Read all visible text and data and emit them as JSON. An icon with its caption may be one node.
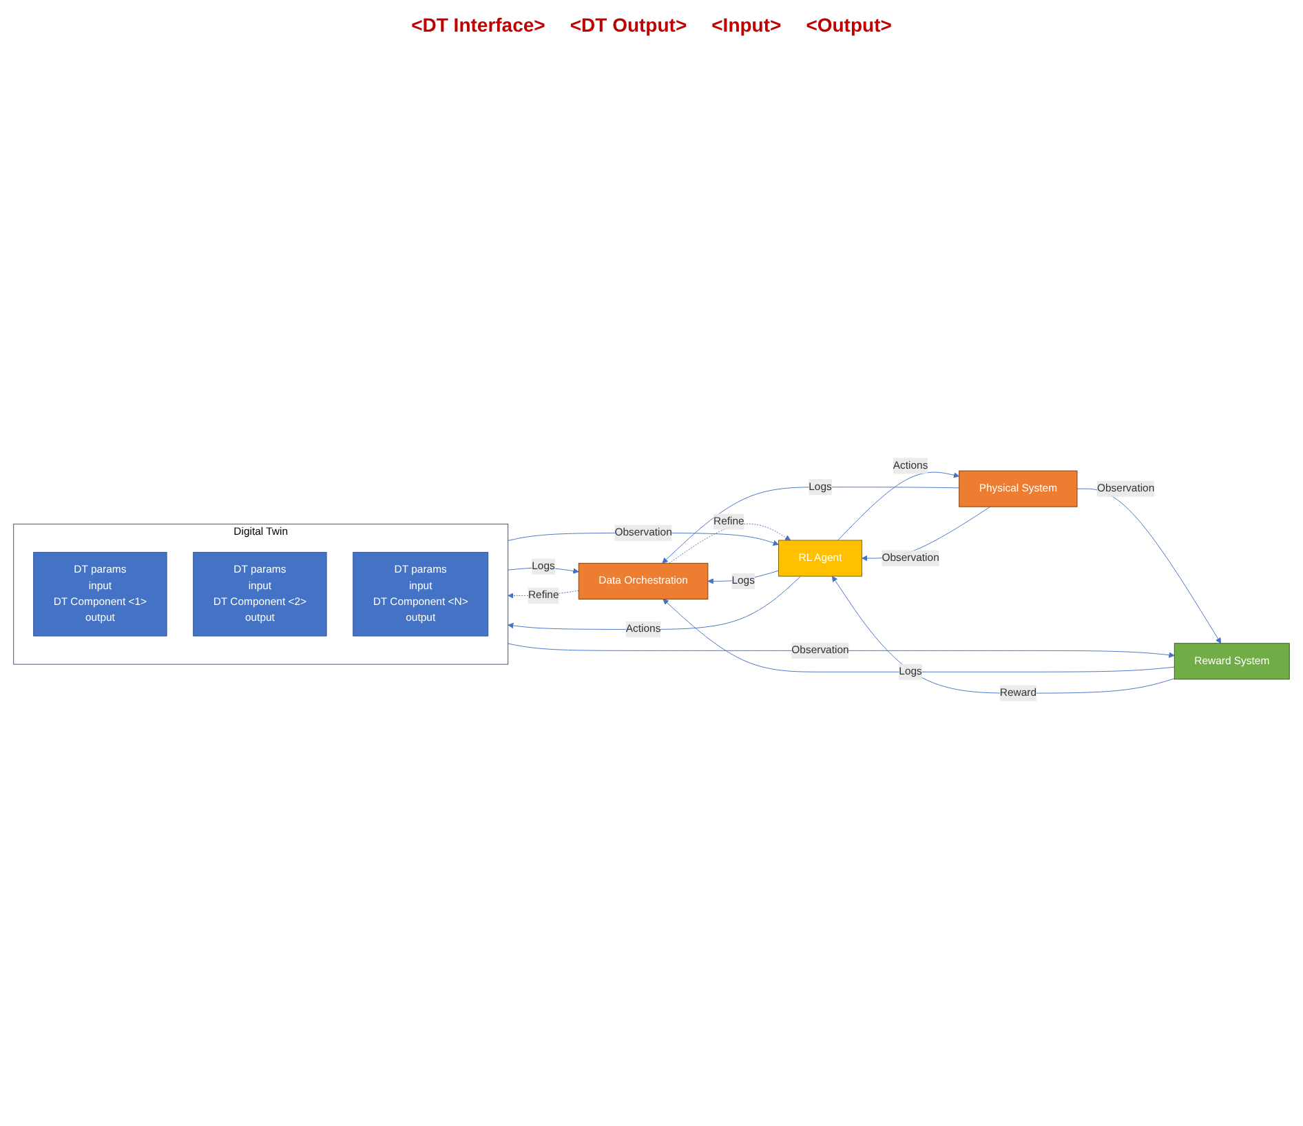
{
  "diagram": {
    "nodes": [
      {
        "text": [
          "Physical System"
        ]
      },
      {
        "text": [
          "Digital Twin"
        ]
      },
      {
        "text": [
          "DT params",
          "input",
          "DT Component <1>",
          "output"
        ],
        "in": 1
      },
      {
        "text": [
          "DT params",
          "input",
          "DT Component <2>",
          "output"
        ],
        "in": 1
      },
      {
        "text": [
          "DT params",
          "input",
          "DT Component <N>",
          "output"
        ],
        "in": 1
      },
      {
        "text": [
          "Reward System"
        ]
      },
      {
        "text": [
          "RL Agent"
        ]
      },
      {
        "text": [
          "Data Orchestration"
        ]
      }
    ],
    "edges": [
      {
        "from": 0,
        "to": 7,
        "arrow": "to",
        "label": "Logs"
      },
      {
        "from": 7,
        "to": 1,
        "arrow": "to",
        "label": "Refine",
        "style": "dashed"
      },
      {
        "from": 1,
        "to": 7,
        "arrow": "to",
        "label": "Logs"
      },
      {
        "from": 0,
        "to": 5,
        "arrow": "to",
        "label": "Observation"
      },
      {
        "from": 6,
        "to": 0,
        "arrow": "to",
        "label": "Actions"
      },
      {
        "from": 6,
        "to": 1,
        "arrow": "to",
        "label": "Actions"
      },
      {
        "from": 1,
        "to": 6,
        "arrow": "to",
        "label": "Observation"
      },
      {
        "from": 1,
        "to": 5,
        "arrow": "to",
        "label": "Observation"
      },
      {
        "from": 5,
        "to": 7,
        "arrow": "to",
        "label": "Logs"
      },
      {
        "from": 5,
        "to": 6,
        "arrow": "to",
        "label": "Reward"
      },
      {
        "from": 7,
        "to": 6,
        "arrow": "to",
        "label": "Refine",
        "style": "dashed"
      },
      {
        "from": 6,
        "to": 7,
        "arrow": "to",
        "label": "Logs"
      },
      {
        "from": 0,
        "to": 6,
        "arrow": "to",
        "label": "Observation"
      }
    ],
    "labels": [
      "<DT Interface>",
      "<DT Output>",
      "<Input>",
      "<Output>"
    ]
  }
}
